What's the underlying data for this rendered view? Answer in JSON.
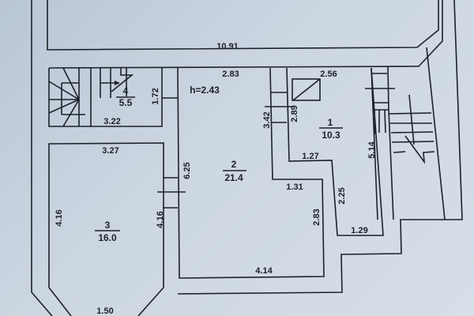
{
  "plan": {
    "ceiling_height": "h=2.43",
    "rooms": [
      {
        "number": "1",
        "area": "10.3"
      },
      {
        "number": "2",
        "area": "21.4"
      },
      {
        "number": "3",
        "area": "16.0"
      },
      {
        "number": "4",
        "area": "5.5"
      }
    ],
    "dimensions": {
      "top_width": "10.91",
      "r2_top": "2.83",
      "r1_top": "2.56",
      "r4_height": "1.72",
      "r4_bottom": "3.22",
      "r3_top": "3.27",
      "r2_left": "6.25",
      "r3_left": "4.16",
      "r3_right": "4.16",
      "r3_bottom": "1.50",
      "r2_wall_342": "3.42",
      "r1_wall_289": "2.89",
      "r1_step": "1.27",
      "r2_step": "1.31",
      "r1_right": "5.14",
      "r1_lower": "2.25",
      "r1_bottom": "1.29",
      "r2_right": "2.83",
      "r2_bottom": "4.14"
    }
  }
}
